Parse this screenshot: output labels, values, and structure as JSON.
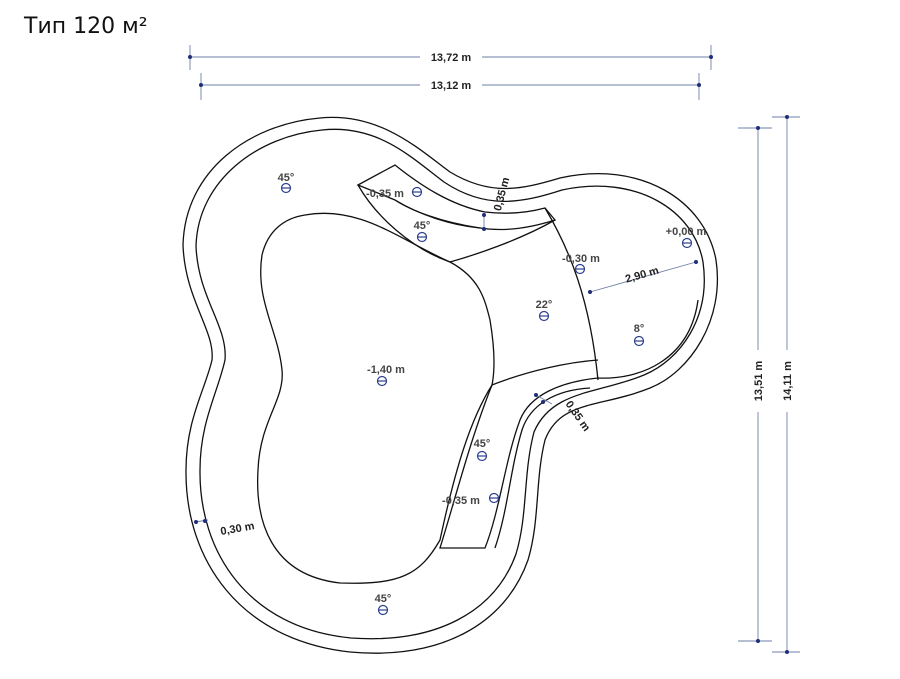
{
  "title": "Тип 120 м²",
  "dimensions": {
    "outer_width": "13,72 m",
    "inner_width": "13,12 m",
    "inner_height": "13,51 m",
    "outer_height": "14,11 m",
    "wall_thickness": "0,30 m",
    "step_depth_top": "0,35 m",
    "step_depth_bottom": "0,35 m",
    "shallow_width": "2,90 m"
  },
  "depth_markers": {
    "top_step": "-0,35 m",
    "bottom_step": "-0,35 m",
    "shallow_zone": "-0,30 m",
    "entry": "+0,00 m",
    "deep_zone": "-1,40 m"
  },
  "slope_markers": {
    "top_left": "45°",
    "top_step": "45°",
    "ramp": "22°",
    "shallow": "8°",
    "bottom_step": "45°",
    "bottom": "45°"
  }
}
